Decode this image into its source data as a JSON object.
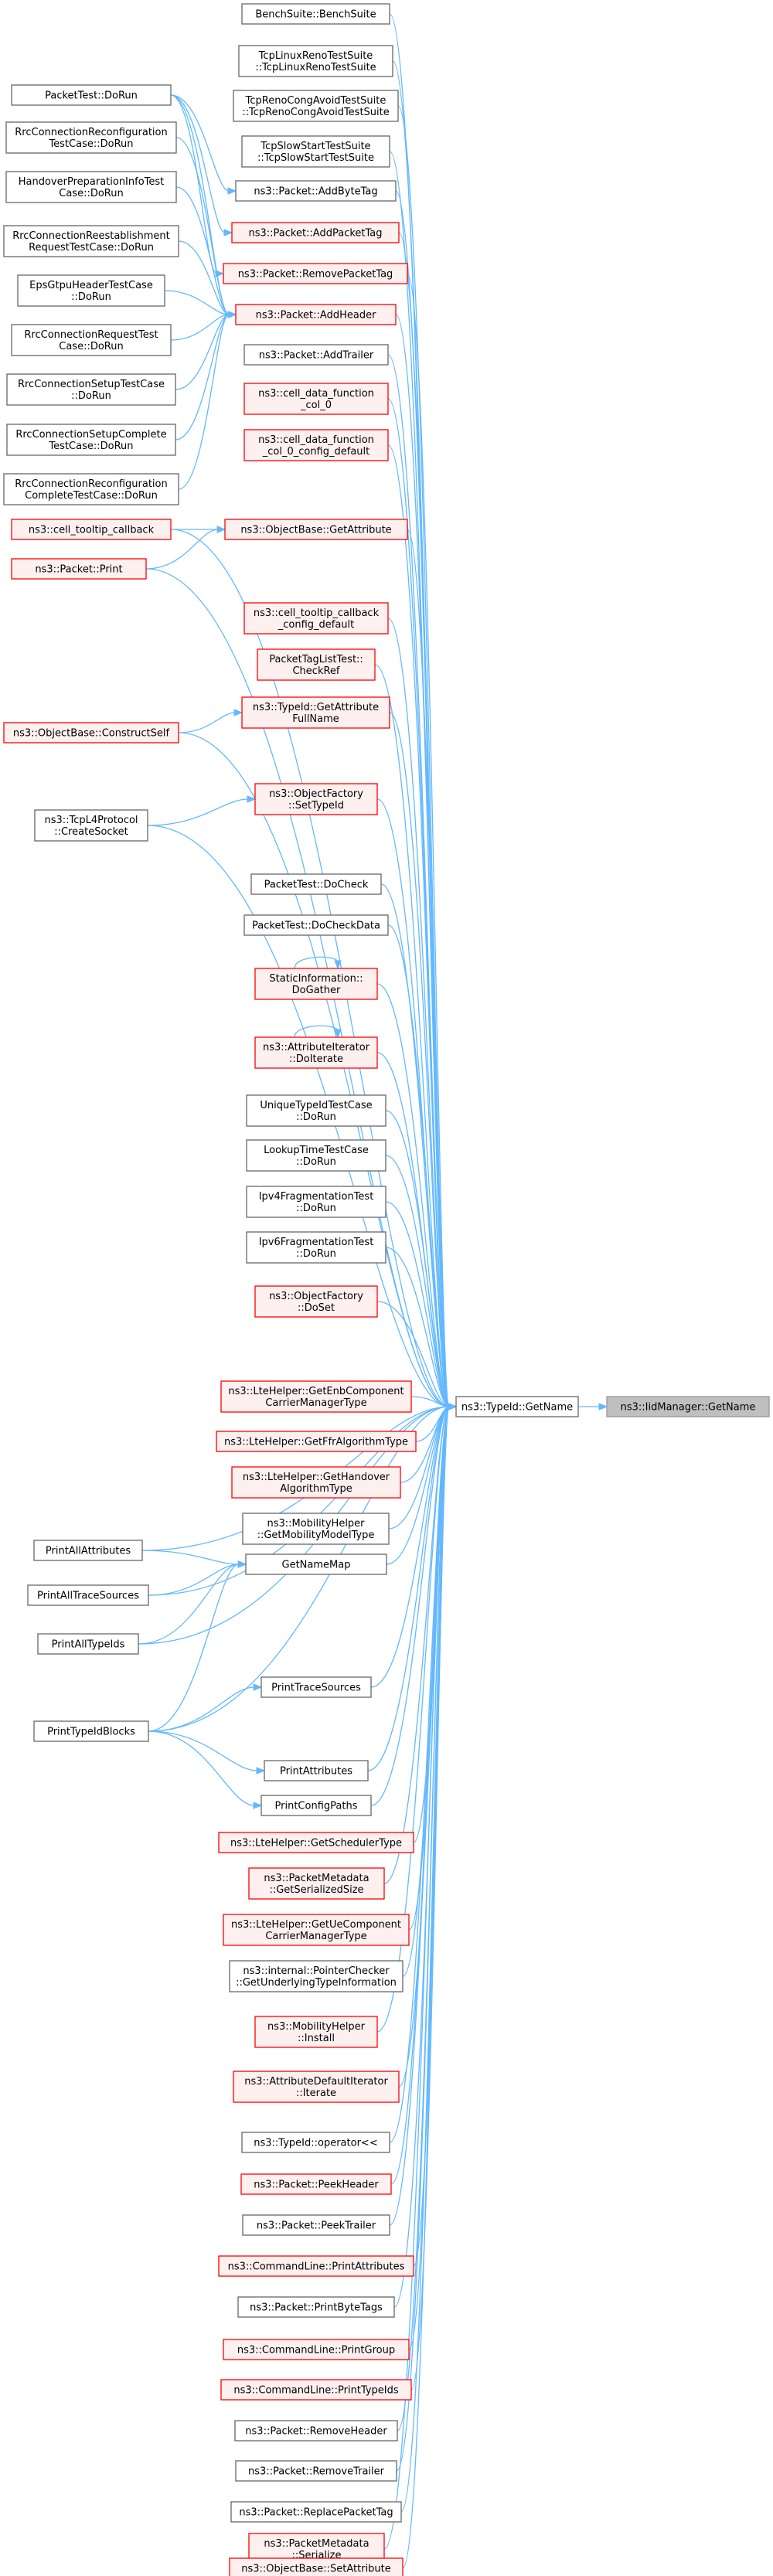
{
  "colors": {
    "normal_border": "#666666",
    "normal_fill": "#ffffff",
    "undocumented_border": "#ff0000",
    "undocumented_fill": "#fff0f0",
    "root_border": "#999999",
    "root_fill": "#bfbfbf",
    "edge": "#63b8ff"
  },
  "diagram": {
    "nodes": [
      {
        "id": "root",
        "lines": [
          "ns3::IidManager::GetName"
        ],
        "kind": "root"
      },
      {
        "id": "getname",
        "lines": [
          "ns3::TypeId::GetName"
        ],
        "kind": "normal"
      },
      {
        "id": "bench",
        "lines": [
          "BenchSuite::BenchSuite"
        ],
        "kind": "normal"
      },
      {
        "id": "tcplinux",
        "lines": [
          "TcpLinuxRenoTestSuite",
          "::TcpLinuxRenoTestSuite"
        ],
        "kind": "normal"
      },
      {
        "id": "tcpreno",
        "lines": [
          "TcpRenoCongAvoidTestSuite",
          "::TcpRenoCongAvoidTestSuite"
        ],
        "kind": "normal"
      },
      {
        "id": "tcpslow",
        "lines": [
          "TcpSlowStartTestSuite",
          "::TcpSlowStartTestSuite"
        ],
        "kind": "normal"
      },
      {
        "id": "addbytetag",
        "lines": [
          "ns3::Packet::AddByteTag"
        ],
        "kind": "normal"
      },
      {
        "id": "addpackettag",
        "lines": [
          "ns3::Packet::AddPacketTag"
        ],
        "kind": "undoc"
      },
      {
        "id": "removepackettag",
        "lines": [
          "ns3::Packet::RemovePacketTag"
        ],
        "kind": "undoc"
      },
      {
        "id": "addheader",
        "lines": [
          "ns3::Packet::AddHeader"
        ],
        "kind": "undoc"
      },
      {
        "id": "addtrailer",
        "lines": [
          "ns3::Packet::AddTrailer"
        ],
        "kind": "normal"
      },
      {
        "id": "cell0",
        "lines": [
          "ns3::cell_data_function",
          "_col_0"
        ],
        "kind": "undoc"
      },
      {
        "id": "cell0cfg",
        "lines": [
          "ns3::cell_data_function",
          "_col_0_config_default"
        ],
        "kind": "undoc"
      },
      {
        "id": "getattr",
        "lines": [
          "ns3::ObjectBase::GetAttribute"
        ],
        "kind": "undoc"
      },
      {
        "id": "celltooltipcfg",
        "lines": [
          "ns3::cell_tooltip_callback",
          "_config_default"
        ],
        "kind": "undoc"
      },
      {
        "id": "pkttaglist",
        "lines": [
          "PacketTagListTest::",
          "CheckRef"
        ],
        "kind": "undoc"
      },
      {
        "id": "getattrfull",
        "lines": [
          "ns3::TypeId::GetAttribute",
          "FullName"
        ],
        "kind": "undoc"
      },
      {
        "id": "settypeid",
        "lines": [
          "ns3::ObjectFactory",
          "::SetTypeId"
        ],
        "kind": "undoc"
      },
      {
        "id": "docheck",
        "lines": [
          "PacketTest::DoCheck"
        ],
        "kind": "normal"
      },
      {
        "id": "docheckdata",
        "lines": [
          "PacketTest::DoCheckData"
        ],
        "kind": "normal"
      },
      {
        "id": "dogather",
        "lines": [
          "StaticInformation::",
          "DoGather"
        ],
        "kind": "undoc"
      },
      {
        "id": "doiterate",
        "lines": [
          "ns3::AttributeIterator",
          "::DoIterate"
        ],
        "kind": "undoc"
      },
      {
        "id": "uniquetypeid",
        "lines": [
          "UniqueTypeIdTestCase",
          "::DoRun"
        ],
        "kind": "normal"
      },
      {
        "id": "lookuptime",
        "lines": [
          "LookupTimeTestCase",
          "::DoRun"
        ],
        "kind": "normal"
      },
      {
        "id": "ipv4frag",
        "lines": [
          "Ipv4FragmentationTest",
          "::DoRun"
        ],
        "kind": "normal"
      },
      {
        "id": "ipv6frag",
        "lines": [
          "Ipv6FragmentationTest",
          "::DoRun"
        ],
        "kind": "normal"
      },
      {
        "id": "doset",
        "lines": [
          "ns3::ObjectFactory",
          "::DoSet"
        ],
        "kind": "undoc"
      },
      {
        "id": "enbcomp",
        "lines": [
          "ns3::LteHelper::GetEnbComponent",
          "CarrierManagerType"
        ],
        "kind": "undoc"
      },
      {
        "id": "ffralgo",
        "lines": [
          "ns3::LteHelper::GetFfrAlgorithmType"
        ],
        "kind": "undoc"
      },
      {
        "id": "handover",
        "lines": [
          "ns3::LteHelper::GetHandover",
          "AlgorithmType"
        ],
        "kind": "undoc"
      },
      {
        "id": "mobilitytype",
        "lines": [
          "ns3::MobilityHelper",
          "::GetMobilityModelType"
        ],
        "kind": "normal"
      },
      {
        "id": "getnamemap",
        "lines": [
          "GetNameMap"
        ],
        "kind": "normal"
      },
      {
        "id": "printtrace",
        "lines": [
          "PrintTraceSources"
        ],
        "kind": "normal"
      },
      {
        "id": "printattrs",
        "lines": [
          "PrintAttributes"
        ],
        "kind": "normal"
      },
      {
        "id": "printcfg",
        "lines": [
          "PrintConfigPaths"
        ],
        "kind": "normal"
      },
      {
        "id": "scheduler",
        "lines": [
          "ns3::LteHelper::GetSchedulerType"
        ],
        "kind": "undoc"
      },
      {
        "id": "serialsize",
        "lines": [
          "ns3::PacketMetadata",
          "::GetSerializedSize"
        ],
        "kind": "undoc"
      },
      {
        "id": "uecomp",
        "lines": [
          "ns3::LteHelper::GetUeComponent",
          "CarrierManagerType"
        ],
        "kind": "undoc"
      },
      {
        "id": "pointerchk",
        "lines": [
          "ns3::internal::PointerChecker",
          "::GetUnderlyingTypeInformation"
        ],
        "kind": "normal"
      },
      {
        "id": "mobinstall",
        "lines": [
          "ns3::MobilityHelper",
          "::Install"
        ],
        "kind": "undoc"
      },
      {
        "id": "attrdefiter",
        "lines": [
          "ns3::AttributeDefaultIterator",
          "::Iterate"
        ],
        "kind": "undoc"
      },
      {
        "id": "operatorll",
        "lines": [
          "ns3::TypeId::operator<<"
        ],
        "kind": "normal"
      },
      {
        "id": "peekheader",
        "lines": [
          "ns3::Packet::PeekHeader"
        ],
        "kind": "undoc"
      },
      {
        "id": "peektrailer",
        "lines": [
          "ns3::Packet::PeekTrailer"
        ],
        "kind": "normal"
      },
      {
        "id": "clprintattrs",
        "lines": [
          "ns3::CommandLine::PrintAttributes"
        ],
        "kind": "undoc"
      },
      {
        "id": "printbytetags",
        "lines": [
          "ns3::Packet::PrintByteTags"
        ],
        "kind": "normal"
      },
      {
        "id": "clprintgroup",
        "lines": [
          "ns3::CommandLine::PrintGroup"
        ],
        "kind": "undoc"
      },
      {
        "id": "clprinttypeids",
        "lines": [
          "ns3::CommandLine::PrintTypeIds"
        ],
        "kind": "undoc"
      },
      {
        "id": "removeheader",
        "lines": [
          "ns3::Packet::RemoveHeader"
        ],
        "kind": "normal"
      },
      {
        "id": "removetrailer",
        "lines": [
          "ns3::Packet::RemoveTrailer"
        ],
        "kind": "normal"
      },
      {
        "id": "replacepkttag",
        "lines": [
          "ns3::Packet::ReplacePacketTag"
        ],
        "kind": "normal"
      },
      {
        "id": "pmserialize",
        "lines": [
          "ns3::PacketMetadata",
          "::Serialize"
        ],
        "kind": "undoc"
      },
      {
        "id": "setattribute",
        "lines": [
          "ns3::ObjectBase::SetAttribute"
        ],
        "kind": "undoc"
      },
      {
        "id": "pktdorun",
        "lines": [
          "PacketTest::DoRun"
        ],
        "kind": "normal"
      },
      {
        "id": "rrcreconf",
        "lines": [
          "RrcConnectionReconfiguration",
          "TestCase::DoRun"
        ],
        "kind": "normal"
      },
      {
        "id": "handoverprep",
        "lines": [
          "HandoverPreparationInfoTest",
          "Case::DoRun"
        ],
        "kind": "normal"
      },
      {
        "id": "rrcreest",
        "lines": [
          "RrcConnectionReestablishment",
          "RequestTestCase::DoRun"
        ],
        "kind": "normal"
      },
      {
        "id": "epsgtpu",
        "lines": [
          "EpsGtpuHeaderTestCase",
          "::DoRun"
        ],
        "kind": "normal"
      },
      {
        "id": "rrcreq",
        "lines": [
          "RrcConnectionRequestTest",
          "Case::DoRun"
        ],
        "kind": "normal"
      },
      {
        "id": "rrcsetup",
        "lines": [
          "RrcConnectionSetupTestCase",
          "::DoRun"
        ],
        "kind": "normal"
      },
      {
        "id": "rrcsetupcomplete",
        "lines": [
          "RrcConnectionSetupComplete",
          "TestCase::DoRun"
        ],
        "kind": "normal"
      },
      {
        "id": "rrcreconfcomplete",
        "lines": [
          "RrcConnectionReconfiguration",
          "CompleteTestCase::DoRun"
        ],
        "kind": "normal"
      },
      {
        "id": "celltooltip",
        "lines": [
          "ns3::cell_tooltip_callback"
        ],
        "kind": "undoc"
      },
      {
        "id": "pktprint",
        "lines": [
          "ns3::Packet::Print"
        ],
        "kind": "undoc"
      },
      {
        "id": "constructself",
        "lines": [
          "ns3::ObjectBase::ConstructSelf"
        ],
        "kind": "undoc"
      },
      {
        "id": "tcpl4",
        "lines": [
          "ns3::TcpL4Protocol",
          "::CreateSocket"
        ],
        "kind": "normal"
      },
      {
        "id": "printallattrs",
        "lines": [
          "PrintAllAttributes"
        ],
        "kind": "normal"
      },
      {
        "id": "printalltrace",
        "lines": [
          "PrintAllTraceSources"
        ],
        "kind": "normal"
      },
      {
        "id": "printalltypeids",
        "lines": [
          "PrintAllTypeIds"
        ],
        "kind": "normal"
      },
      {
        "id": "printtypeidblocks",
        "lines": [
          "PrintTypeIdBlocks"
        ],
        "kind": "normal"
      }
    ]
  }
}
